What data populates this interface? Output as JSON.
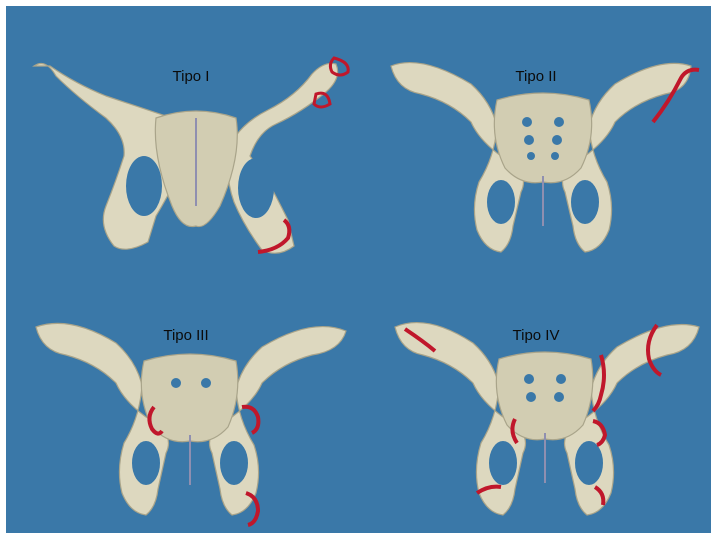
{
  "panels": [
    {
      "title": "Tipo I",
      "view": "inlet-tilted"
    },
    {
      "title": "Tipo II",
      "view": "anterior"
    },
    {
      "title": "Tipo III",
      "view": "anterior"
    },
    {
      "title": "Tipo IV",
      "view": "anterior"
    }
  ],
  "colors": {
    "background": "#3a78a8",
    "bone": "#ddd8bf",
    "bone_shadow": "#a9a48a",
    "fracture": "#c0172b"
  }
}
